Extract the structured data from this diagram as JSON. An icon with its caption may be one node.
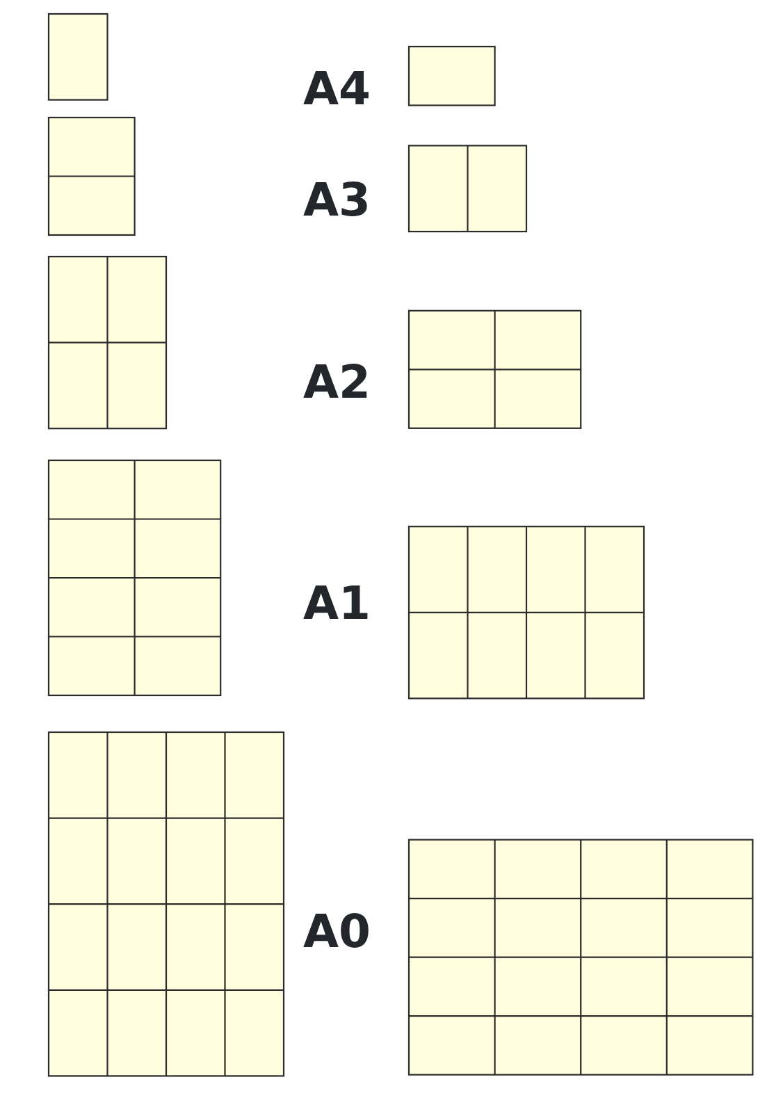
{
  "diagram": {
    "labels": [
      "A4",
      "A3",
      "A2",
      "A1",
      "A0"
    ]
  }
}
